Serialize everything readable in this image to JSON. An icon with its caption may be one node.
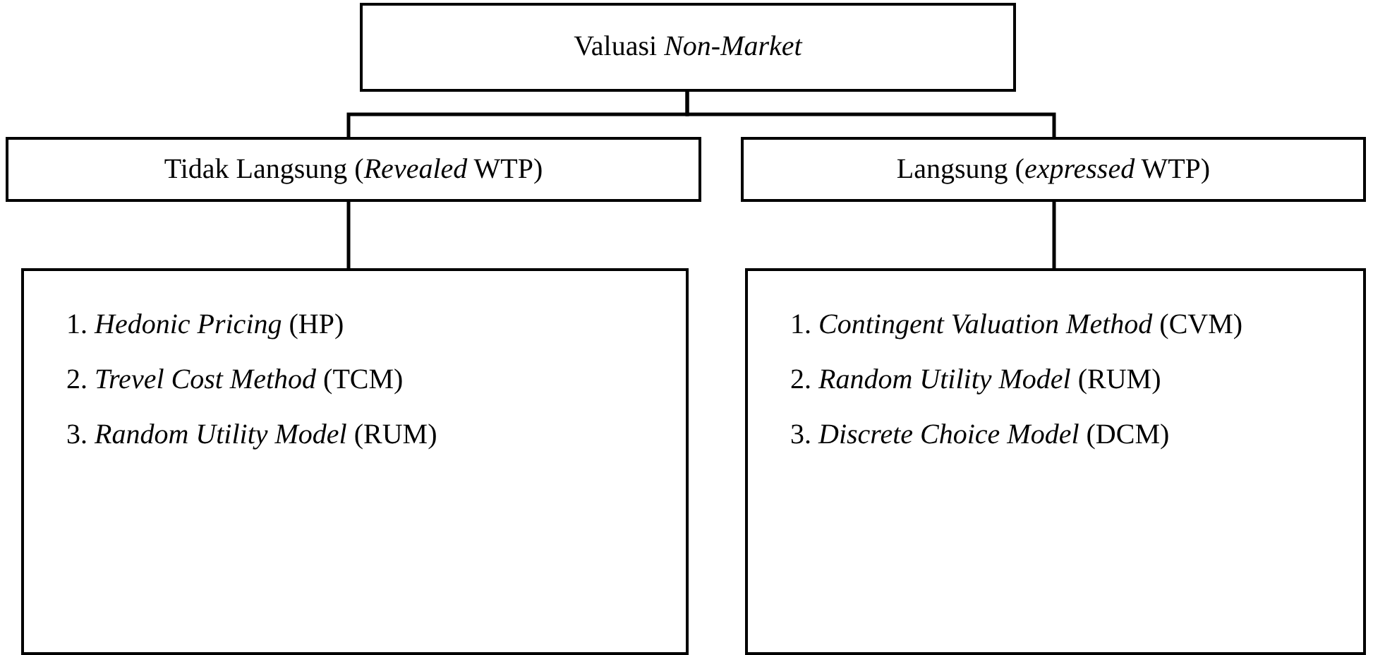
{
  "diagram": {
    "nodes": [
      {
        "text": [
          "Valuasi *Non-Market*"
        ]
      },
      {
        "text": [
          "Tidak Langsung (*Revealed* WTP)"
        ]
      },
      {
        "text": [
          "Langsung (*expressed* WTP)"
        ]
      },
      {
        "text": [
          "1. *Hedonic Pricing* (HP)",
          "2. *Trevel Cost Method* (TCM)",
          "3. *Random Utility Model* (RUM)"
        ]
      },
      {
        "text": [
          "1. *Contingent Valuation Method* (CVM)",
          "2. *Random Utility Model* (RUM)",
          "3. *Discrete Choice Model* (DCM)"
        ]
      }
    ],
    "edges": [
      {
        "from": 0,
        "to": 1,
        "arrow": "none"
      },
      {
        "from": 0,
        "to": 2,
        "arrow": "none"
      },
      {
        "from": 1,
        "to": 3,
        "arrow": "none"
      },
      {
        "from": 2,
        "to": 4,
        "arrow": "none"
      }
    ]
  }
}
